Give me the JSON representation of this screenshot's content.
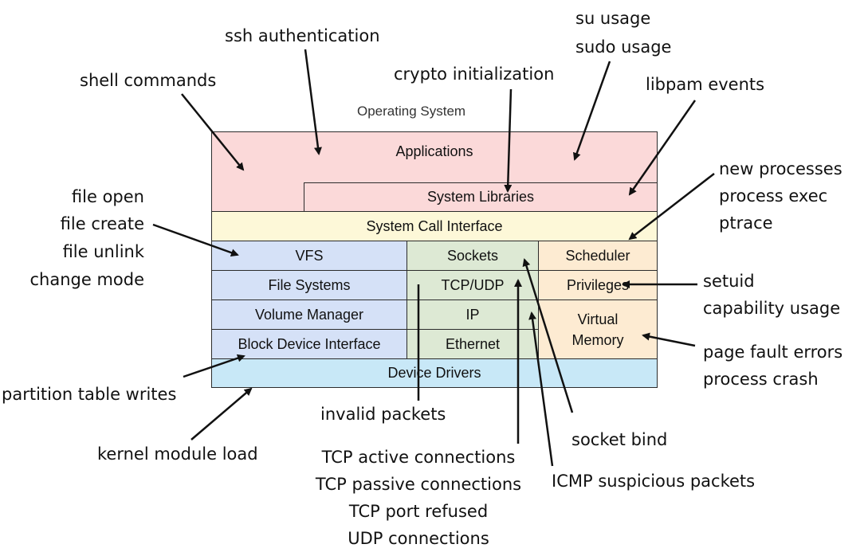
{
  "title": "Operating System",
  "layers": {
    "applications": "Applications",
    "system_libraries": "System Libraries",
    "system_call_interface": "System Call Interface",
    "vfs": "VFS",
    "file_systems": "File Systems",
    "volume_manager": "Volume Manager",
    "block_device_interface": "Block Device Interface",
    "sockets": "Sockets",
    "tcp_udp": "TCP/UDP",
    "ip": "IP",
    "ethernet": "Ethernet",
    "scheduler": "Scheduler",
    "privileges": "Privileges",
    "virtual_memory_line1": "Virtual",
    "virtual_memory_line2": "Memory",
    "device_drivers": "Device Drivers"
  },
  "colors": {
    "applications": "#fbd9d9",
    "system_call_interface": "#fdf8d8",
    "storage": "#d5e1f7",
    "network": "#dde9d4",
    "process": "#fdebd2",
    "device_drivers": "#c8e8f7"
  },
  "annotations": {
    "shell_commands": "shell commands",
    "ssh_authentication": "ssh authentication",
    "crypto_initialization": "crypto initialization",
    "su_usage": "su usage",
    "sudo_usage": "sudo usage",
    "libpam_events": "libpam events",
    "new_processes": "new processes",
    "process_exec": "process exec",
    "ptrace": "ptrace",
    "setuid": "setuid",
    "capability_usage": "capability usage",
    "page_fault_errors": "page fault errors",
    "process_crash": "process crash",
    "file_open": "file open",
    "file_create": "file create",
    "file_unlink": "file unlink",
    "change_mode": "change mode",
    "partition_table_writes": "partition table writes",
    "kernel_module_load": "kernel module load",
    "invalid_packets": "invalid packets",
    "tcp_active_connections": "TCP active connections",
    "tcp_passive_connections": "TCP passive connections",
    "tcp_port_refused": "TCP port refused",
    "udp_connections": "UDP connections",
    "socket_bind": "socket bind",
    "icmp_suspicious_packets": "ICMP suspicious packets"
  }
}
